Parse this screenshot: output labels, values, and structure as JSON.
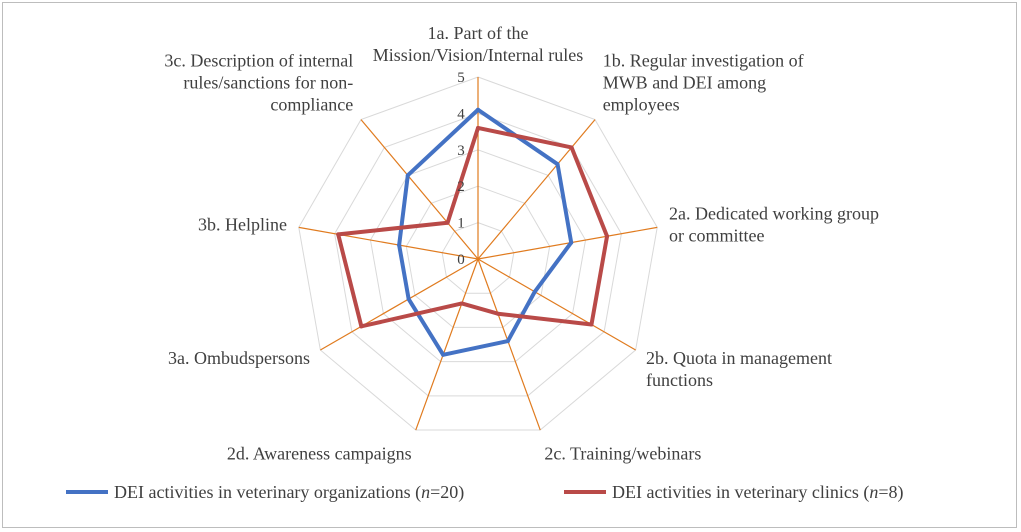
{
  "chart_data": {
    "type": "radar",
    "categories": [
      "1a. Part of the Mission/Vision/Internal rules",
      "1b. Regular investigation of MWB and DEI among employees",
      "2a. Dedicated working group or committee",
      "2b. Quota in management functions",
      "2c. Training/webinars",
      "2d. Awareness campaigns",
      "3a. Ombudspersons",
      "3b. Helpline",
      "3c. Description of internal rules/sanctions for non-compliance"
    ],
    "category_lines": [
      [
        "1a. Part of the",
        "Mission/Vision/Internal rules"
      ],
      [
        "1b. Regular investigation of",
        "MWB and DEI among",
        "employees"
      ],
      [
        "2a. Dedicated working group",
        "or committee"
      ],
      [
        "2b. Quota in management",
        "functions"
      ],
      [
        "2c. Training/webinars"
      ],
      [
        "2d. Awareness campaigns"
      ],
      [
        "3a. Ombudspersons"
      ],
      [
        "3b. Helpline"
      ],
      [
        "3c. Description of internal",
        "rules/sanctions for non-",
        "compliance"
      ]
    ],
    "rticks": [
      "0",
      "1",
      "2",
      "3",
      "4",
      "5"
    ],
    "rlim": [
      0,
      5
    ],
    "series": [
      {
        "name": "DEI activities in veterinary organizations",
        "n_label": "n",
        "n_value": "=20)",
        "color": "#4472c4",
        "values": [
          4.1,
          3.4,
          2.6,
          1.8,
          2.4,
          2.8,
          2.2,
          2.2,
          3.0
        ]
      },
      {
        "name": "DEI activities in veterinary clinics",
        "n_label": "n",
        "n_value": "=8)",
        "color": "#b94a48",
        "values": [
          3.6,
          4.0,
          3.6,
          3.6,
          1.6,
          1.3,
          3.7,
          3.9,
          1.3
        ]
      }
    ],
    "grid_color": "#d9d9d9",
    "axis_color": "#e07b1f",
    "legend": "bottom"
  }
}
